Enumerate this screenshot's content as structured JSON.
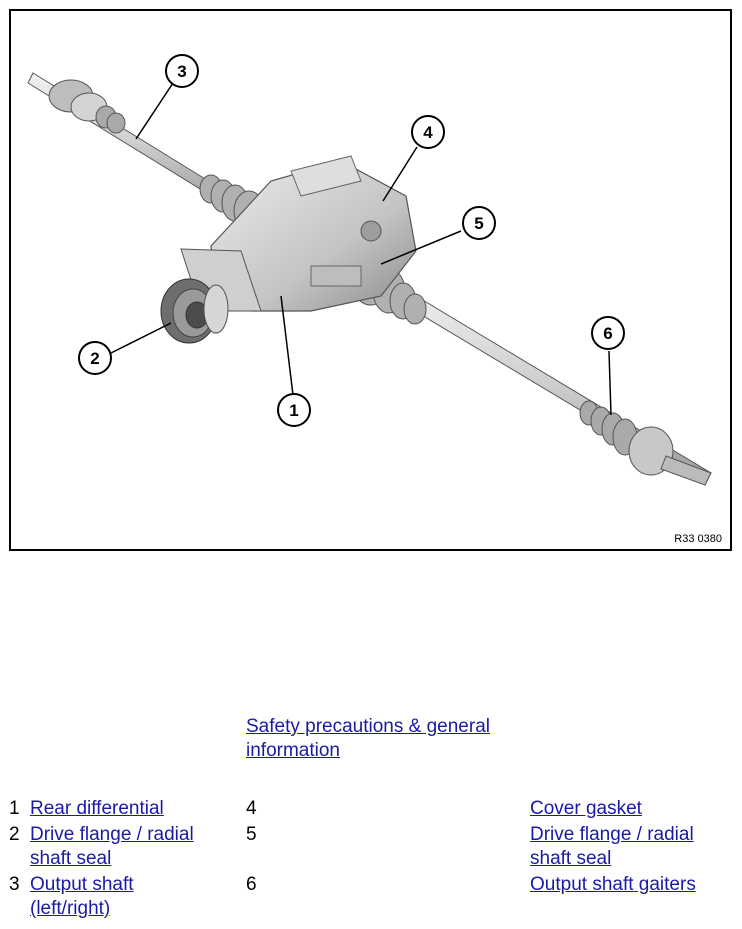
{
  "figure": {
    "ref_code": "R33 0380",
    "callouts": [
      "1",
      "2",
      "3",
      "4",
      "5",
      "6"
    ]
  },
  "safety_link": "Safety precautions & general information",
  "legend": [
    {
      "num": "1",
      "label": "Rear differential"
    },
    {
      "num": "2",
      "label": "Drive flange / radial shaft seal"
    },
    {
      "num": "3",
      "label": "Output shaft (left/right)"
    },
    {
      "num": "4",
      "label": "Cover gasket"
    },
    {
      "num": "5",
      "label": "Drive flange / radial shaft seal"
    },
    {
      "num": "6",
      "label": "Output shaft gaiters"
    }
  ]
}
